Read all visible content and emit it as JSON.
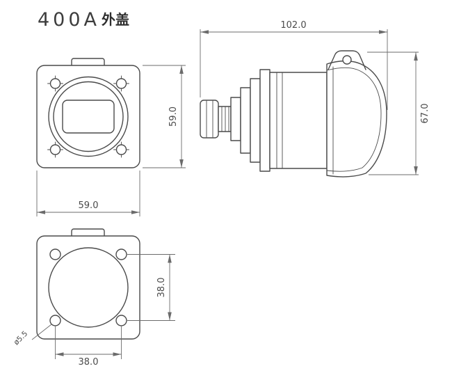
{
  "title": {
    "model": "400A",
    "part": "外盖",
    "full": "400A外盖"
  },
  "colors": {
    "line": "#4a4a4a",
    "dimension": "#6b6b6b",
    "background": "#ffffff"
  },
  "views": {
    "front": {
      "height": "59.0",
      "width": "59.0"
    },
    "side": {
      "length": "102.0",
      "height": "67.0"
    },
    "back": {
      "hole_pitch_vertical": "38.0",
      "hole_pitch_horizontal": "38.0",
      "hole_diameter": "ø5.5"
    }
  }
}
